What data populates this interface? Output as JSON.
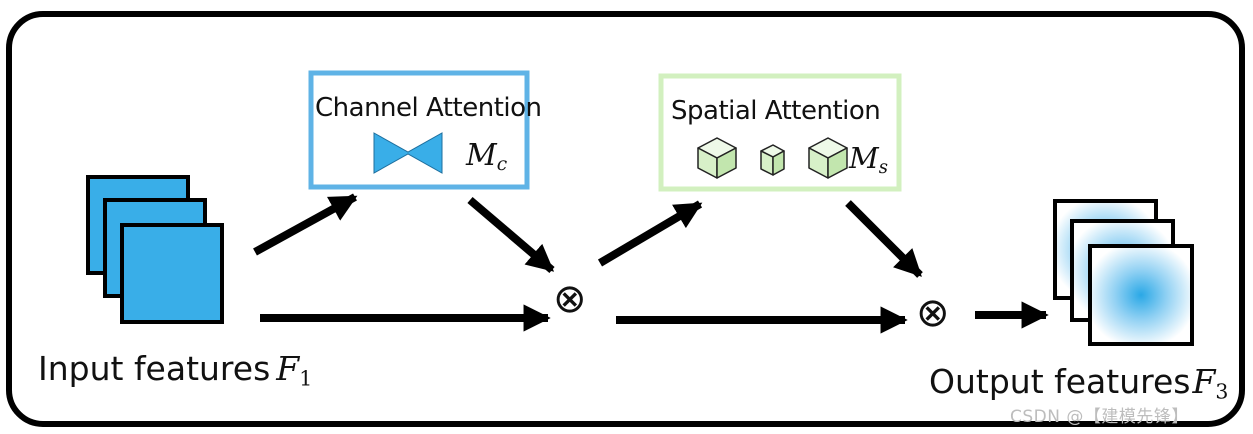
{
  "channel_attention": {
    "label": "Channel Attention",
    "symbol": "M",
    "subscript": "c"
  },
  "spatial_attention": {
    "label": "Spatial Attention",
    "symbol": "M",
    "subscript": "s"
  },
  "input": {
    "label": "Input features",
    "symbol": "F",
    "subscript": "1"
  },
  "output": {
    "label": "Output features",
    "symbol": "F",
    "subscript": "3"
  },
  "multiply_symbol": "⊗",
  "watermark": "CSDN @【建模先锋】",
  "colors": {
    "input_blue": "#39aee8",
    "channel_border": "#5fb3e6",
    "spatial_border": "#d2f0bf",
    "cube_green": "#d7f0c8",
    "frame": "#000000"
  }
}
